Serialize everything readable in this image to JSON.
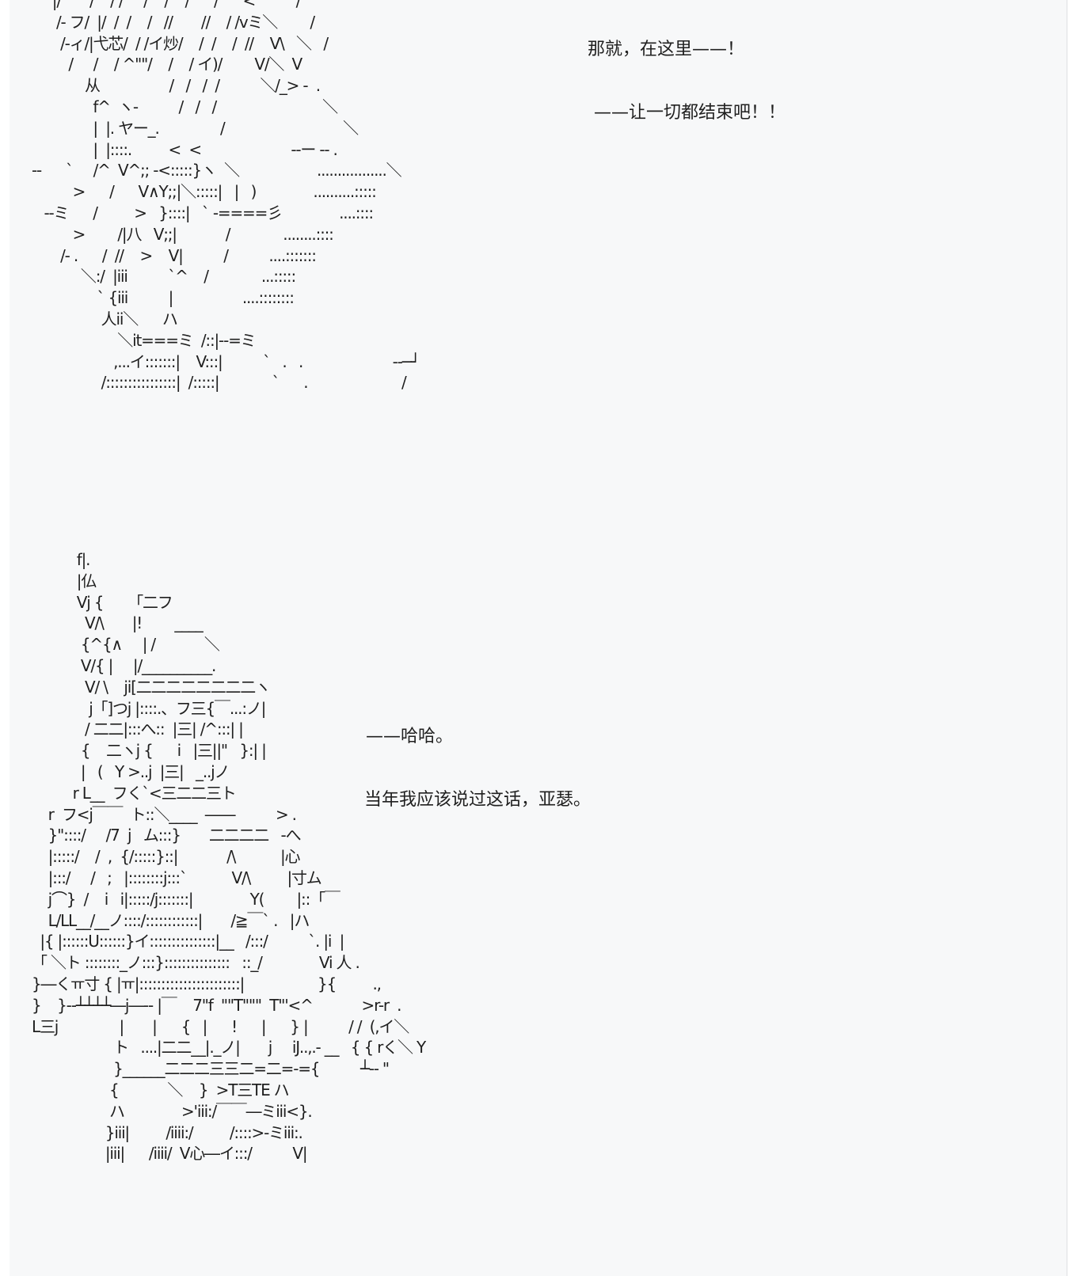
{
  "scene_1": {
    "art_lines": [
      "     |/       /    / /     /    /    /      /      <          /",
      "      /‐ フ/  |/  /  /    /   //       //    / /vミ＼        /",
      "       /‐ィ/|弋芯/  / /イ炒/    /  /    /  //    V\\   ＼   /",
      "         /     /    / ^\"\"/    /    / イ)/        V/＼  V",
      "             从                 /   /   /  /          ＼/_> -  .",
      "               f^  ヽ-          /   /   /                          ＼",
      "               |  |. ヤー_.               /                             ＼",
      "               |  |::::.         <  <                      --ー -- .",
      "--      `     /^  V^;; -<:::::}ヽ  ＼                   .................＼",
      "          >      /      V∧Y;;|＼:::::|   |   )              ..........:::::",
      "   --ミ      /         >   }::::|   ` -====彡              ....::::",
      "          >        /|八   V;;|            /             ........::::",
      "       /‐ .      /  //    >    V|          /          ....:::::::",
      "            ＼:/  |iii          `^    /             ...:::::",
      "                ` {iii          |                 ....::::::::",
      "                 人ii＼      ハ",
      "                     ＼it===ミ  /::|--=ミ",
      "                    ,...イ:::::::|    V:::|          `   .   .                      --─┘",
      "                 /::::::::::::::::|  /:::::|             `      .                       /"
    ],
    "lines": [
      "那就，在这里——！",
      "——让一切都结束吧！！"
    ]
  },
  "scene_2": {
    "art_lines": [
      "           f|.",
      "           |仏",
      "           Vj {      「二フ",
      "             V/\\       |!        ____",
      "            {^{∧     | /            ＼",
      "            V/{ |     |/__________.",
      "             V/ \\    ji[二二二二二二二二ヽ",
      "              j「]つj |::::.、フ三{￣...:ノ|",
      "             / 二二|:::へ::  |三| /^:::| |",
      "            {    二ヽj {      i   |三||\"   }:| |",
      "            |   (   Y >..j  |三|   _..jノ",
      "          r L__  フく`<三二二三ト",
      "    r  フ<j￣￣  ト::＼____  ――          > .",
      "    }\"::::/     /7  j   ム:::}       二二二二   -へ",
      "    |:::::/    /  ,  {/:::::}::|            /\\           |心",
      "    |:::/     /   ;   |::::::::j:::`           V/\\         |寸ム",
      "    j⌒}  /    i   i|:::::/j:::::::|              Y(        |::「￣",
      "    L/LL__/__ノ::::/::::::::::::|       /≧￣` .   |ハ",
      "  |{ |::::::U::::::}イ:::::::::::::::|__   /:::/          `. |i  |",
      "「 ＼ト ::::::::_ノ:::}:::::::::::::::   ::_/              Vi 人 .",
      "}―くㅠ寸 { |ㅠ|:::::::::::::::::::::::|                  }{         .,",
      "}    }--┴┴┴┴―j―-- |￣    7\"f  \"\"T\"\"\"  T\"'<^            >r-r  .",
      "L三j               |       |      {   |      !      |      } |          / /  (,イ＼",
      "                    ト   ....|二二__|._ノ|       j     iJ..,.- __   { { rく＼ Y",
      "                    }______二二二三三二=二=-={          ┴-- \"",
      "                   {            ＼    }  >T三TE ハ",
      "                   ハ              >'iii:/￣￣―ミiii<}.",
      "                  }iii|         /iiii:/         /::::>-ミiii:.",
      "                  |iii|      /iiii/  V心―イ:::/          V|"
    ],
    "lines": [
      "——哈哈。",
      "当年我应该说过这话，亚瑟。"
    ]
  }
}
